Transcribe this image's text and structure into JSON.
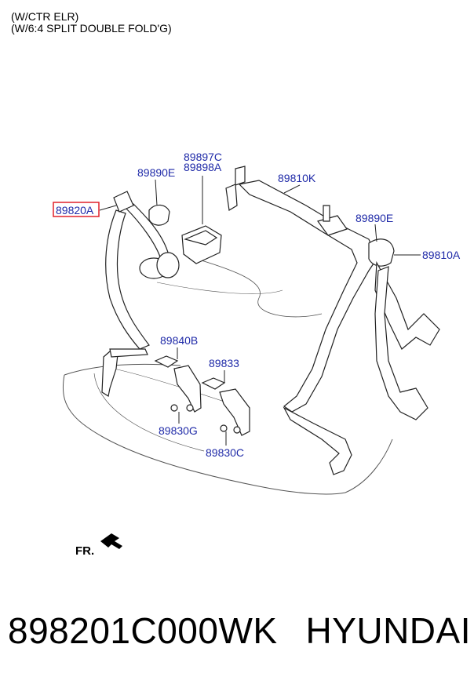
{
  "header": {
    "line1": "(W/CTR ELR)",
    "line2": "(W/6:4 SPLIT DOUBLE FOLD'G)"
  },
  "callouts": {
    "c89897C": "89897C",
    "c89898A": "89898A",
    "c89890E_left": "89890E",
    "c89820A": "89820A",
    "c89810K": "89810K",
    "c89890E_right": "89890E",
    "c89810A": "89810A",
    "c89840B": "89840B",
    "c89833": "89833",
    "c89830G": "89830G",
    "c89830C": "89830C"
  },
  "highlight_color": "#e0202a",
  "callout_color": "#1f2aa8",
  "direction": {
    "label": "FR.",
    "icon": "arrow-forward-icon"
  },
  "footer": {
    "part_number": "898201C000WK",
    "brand": "HYUNDAI"
  }
}
